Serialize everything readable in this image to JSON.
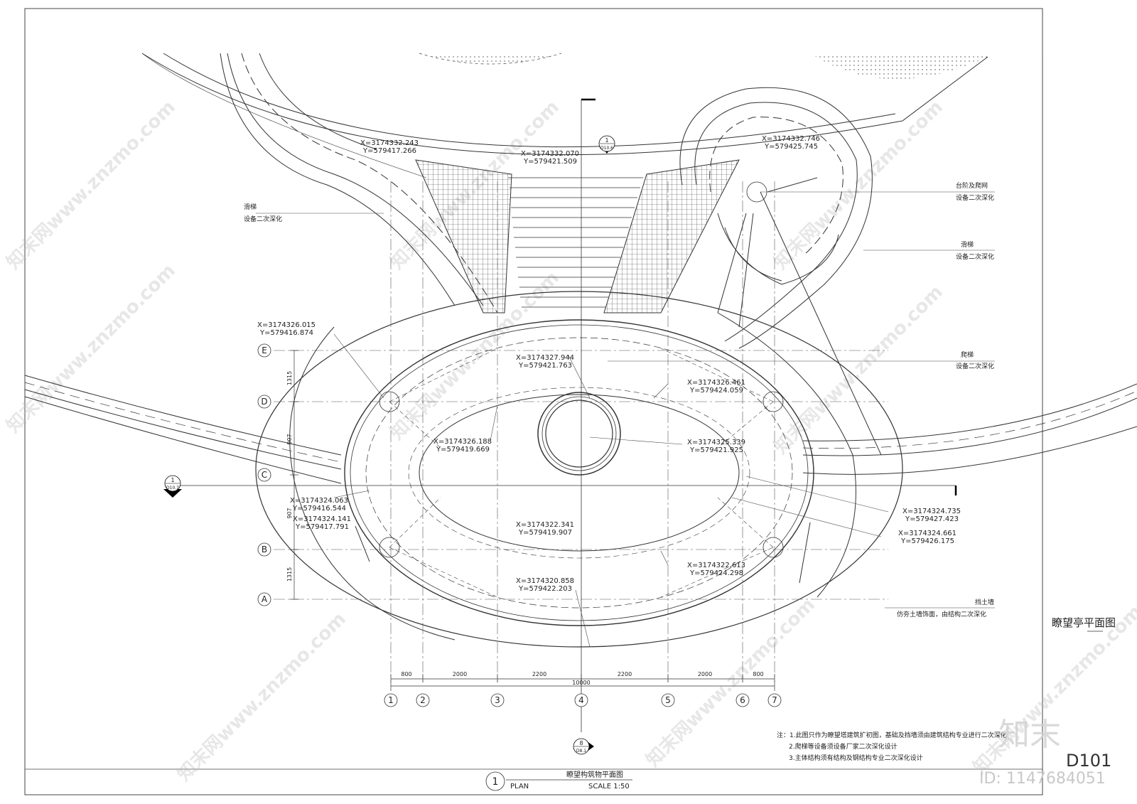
{
  "sheet": {
    "side_title": "瞭望亭平面图",
    "sheet_number": "D101",
    "brand": "知末",
    "image_id": "ID: 1147684051",
    "watermark": "知末网www.znzmo.com"
  },
  "title_block": {
    "circle_number": "1",
    "name_cn": "瞭望构筑物平面图",
    "name_en": "PLAN",
    "scale": "SCALE 1:50"
  },
  "coordinates": [
    {
      "x": "X=3174332.243",
      "y": "Y=579417.266"
    },
    {
      "x": "X=3174332.070",
      "y": "Y=579421.509"
    },
    {
      "x": "X=3174332.746",
      "y": "Y=579425.745"
    },
    {
      "x": "X=3174326.015",
      "y": "Y=579416.874"
    },
    {
      "x": "X=3174327.944",
      "y": "Y=579421.763"
    },
    {
      "x": "X=3174326.461",
      "y": "Y=579424.059"
    },
    {
      "x": "X=3174326.188",
      "y": "Y=579419.669"
    },
    {
      "x": "X=3174325.339",
      "y": "Y=579421.925"
    },
    {
      "x": "X=3174324.063",
      "y": "Y=579416.544"
    },
    {
      "x": "X=3174324.141",
      "y": "Y=579417.791"
    },
    {
      "x": "X=3174322.341",
      "y": "Y=579419.907"
    },
    {
      "x": "X=3174324.735",
      "y": "Y=579427.423"
    },
    {
      "x": "X=3174324.661",
      "y": "Y=579426.175"
    },
    {
      "x": "X=3174322.613",
      "y": "Y=579424.298"
    },
    {
      "x": "X=3174320.858",
      "y": "Y=579422.203"
    }
  ],
  "labels": [
    {
      "line1": "滑梯",
      "line2": "设备二次深化"
    },
    {
      "line1": "台阶及爬网",
      "line2": "设备二次深化"
    },
    {
      "line1": "滑梯",
      "line2": "设备二次深化"
    },
    {
      "line1": "爬梯",
      "line2": "设备二次深化"
    },
    {
      "line1": "挡土墙",
      "line2": "仿夯土墙饰面，由结构二次深化"
    }
  ],
  "grid_rows": [
    "E",
    "D",
    "C",
    "B",
    "A"
  ],
  "grid_cols": [
    "1",
    "2",
    "3",
    "4",
    "5",
    "6",
    "7"
  ],
  "row_dims": [
    "1315",
    "907",
    "907",
    "1315"
  ],
  "col_dims": [
    "800",
    "2000",
    "2200",
    "2200",
    "2000",
    "800"
  ],
  "total_dim": "10000",
  "section_marks": [
    {
      "num": "1",
      "ref": "D10.6"
    },
    {
      "num": "1",
      "ref": "D10.7"
    },
    {
      "num": "8",
      "ref": "D8.1"
    }
  ],
  "notes": [
    "注：1.此图只作为瞭望塔建筑扩初图，基础及挡墙须由建筑结构专业进行二次深化",
    "2.爬梯等设备须设备厂家二次深化设计",
    "3.主体结构须有结构及钢结构专业二次深化设计"
  ]
}
